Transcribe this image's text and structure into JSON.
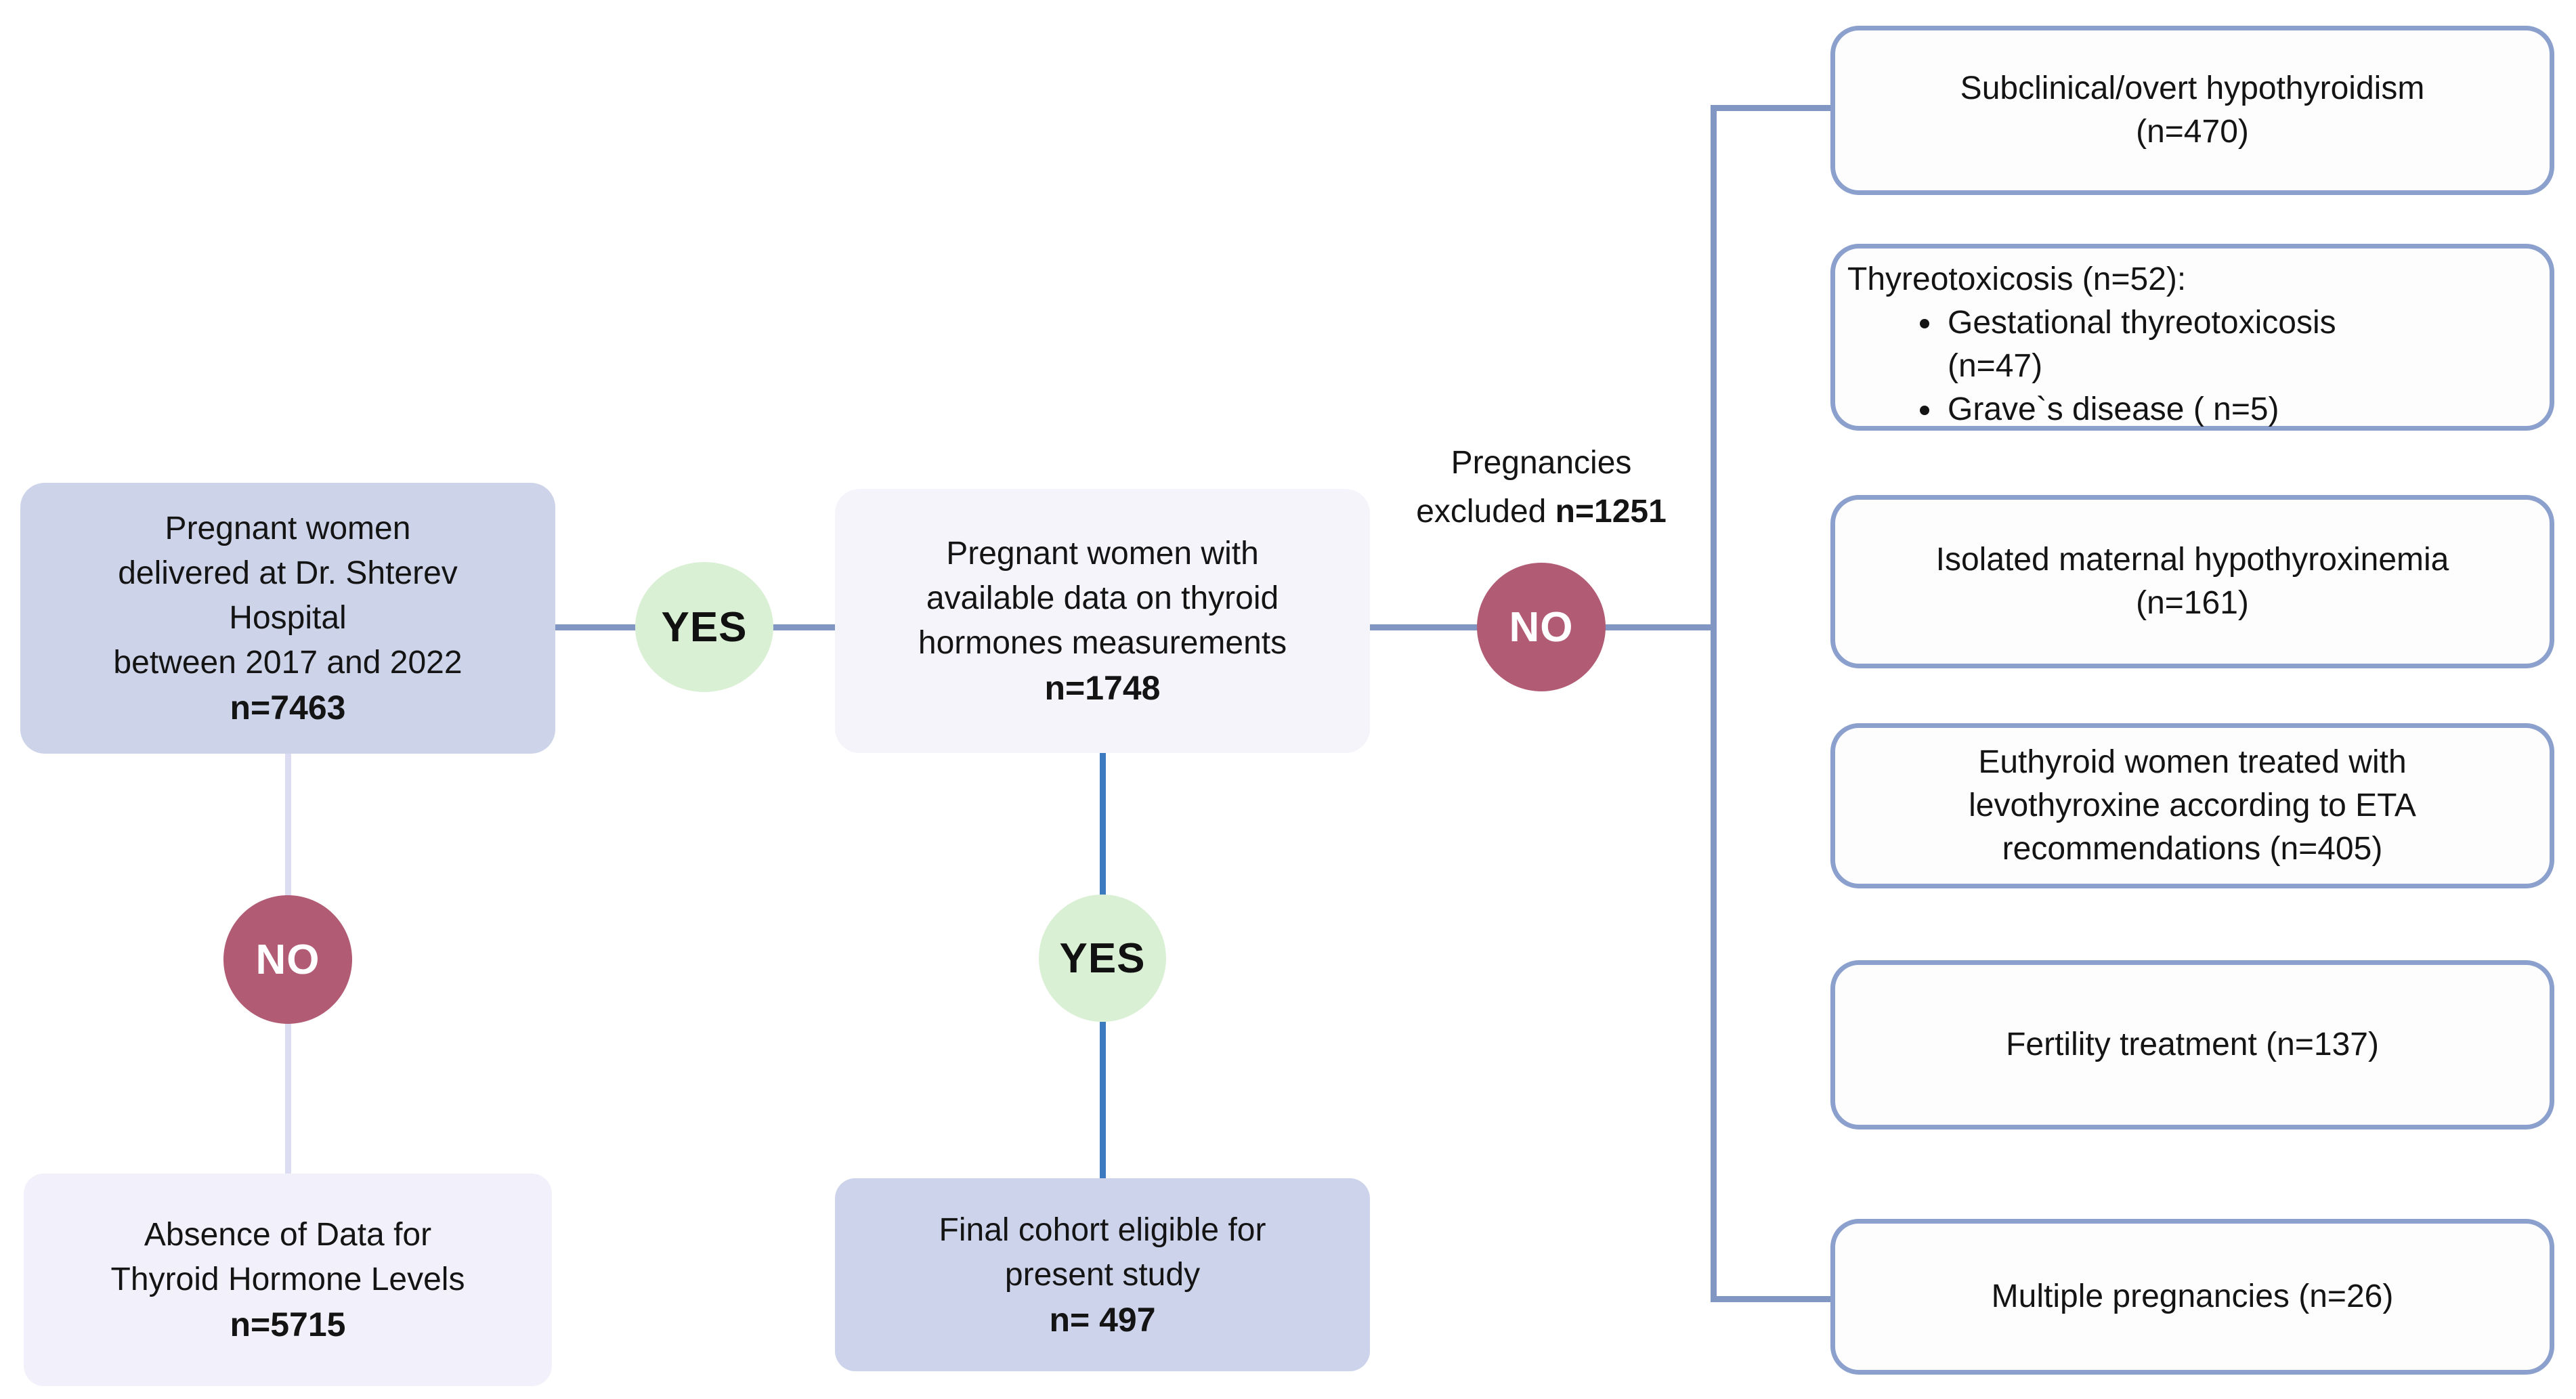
{
  "colors": {
    "connector": "#8296c4",
    "strong_line": "#3c7abf",
    "faint_line": "#dcddf2",
    "yes_fill": "#daf0d4",
    "yes_text": "#111111",
    "no_fill": "#b25b74",
    "no_text": "#ffffff",
    "primary_box_fill": "#cdd3e9",
    "light_box_fill": "#f5f4fb",
    "absence_box_fill": "#f2f0fa",
    "final_box_fill": "#cdd3ea",
    "exclusion_box_border": "#8ba0cc",
    "exclusion_box_fill": "#fdfdfe",
    "text": "#141414"
  },
  "decisions": {
    "yes": "YES",
    "no": "NO"
  },
  "boxes": {
    "delivered": {
      "lines": [
        "Pregnant women",
        "delivered at Dr. Shterev",
        "Hospital",
        "between 2017 and 2022"
      ],
      "count": "n=7463"
    },
    "available_data": {
      "lines": [
        "Pregnant women with",
        "available data on thyroid",
        "hormones measurements"
      ],
      "count": "n=1748"
    },
    "absence": {
      "lines": [
        "Absence of Data for",
        "Thyroid Hormone Levels"
      ],
      "count": "n=5715"
    },
    "final": {
      "lines": [
        "Final cohort eligible for",
        "present study"
      ],
      "count": "n= 497"
    }
  },
  "excluded_label": {
    "text": "Pregnancies\nexcluded",
    "count": "n=1251"
  },
  "exclusions": [
    {
      "lines": [
        "Subclinical/overt hypothyroidism",
        "(n=470)"
      ]
    },
    {
      "heading": "Thyreotoxicosis (n=52):",
      "bullets": [
        [
          "Gestational thyreotoxicosis",
          "(n=47)"
        ],
        [
          "Grave`s disease ( n=5)"
        ]
      ]
    },
    {
      "lines": [
        "Isolated maternal hypothyroxinemia",
        "(n=161)"
      ]
    },
    {
      "lines": [
        "Euthyroid women treated  with",
        "levothyroxine according to ETA",
        "recommendations (n=405)"
      ]
    },
    {
      "lines": [
        "Fertility treatment (n=137)"
      ]
    },
    {
      "lines": [
        "Multiple pregnancies (n=26)"
      ]
    }
  ]
}
